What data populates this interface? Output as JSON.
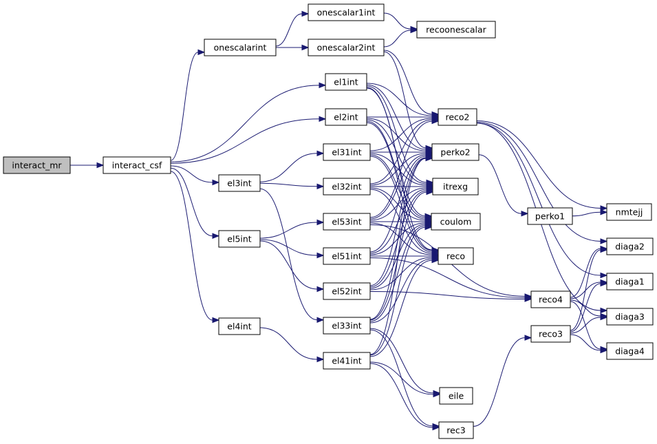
{
  "graph": {
    "nodes": [
      {
        "id": "interact_mr",
        "label": "interact_mr",
        "root": true
      },
      {
        "id": "interact_csf",
        "label": "interact_csf"
      },
      {
        "id": "onescalarint",
        "label": "onescalarint"
      },
      {
        "id": "onescalar1int",
        "label": "onescalar1int"
      },
      {
        "id": "onescalar2int",
        "label": "onescalar2int"
      },
      {
        "id": "recoonescalar",
        "label": "recoonescalar"
      },
      {
        "id": "el1int",
        "label": "el1int"
      },
      {
        "id": "el2int",
        "label": "el2int"
      },
      {
        "id": "el3int",
        "label": "el3int"
      },
      {
        "id": "el5int",
        "label": "el5int"
      },
      {
        "id": "el4int",
        "label": "el4int"
      },
      {
        "id": "el31int",
        "label": "el31int"
      },
      {
        "id": "el32int",
        "label": "el32int"
      },
      {
        "id": "el53int",
        "label": "el53int"
      },
      {
        "id": "el51int",
        "label": "el51int"
      },
      {
        "id": "el52int",
        "label": "el52int"
      },
      {
        "id": "el33int",
        "label": "el33int"
      },
      {
        "id": "el41int",
        "label": "el41int"
      },
      {
        "id": "reco2",
        "label": "reco2"
      },
      {
        "id": "perko2",
        "label": "perko2"
      },
      {
        "id": "itrexg",
        "label": "itrexg"
      },
      {
        "id": "coulom",
        "label": "coulom"
      },
      {
        "id": "reco",
        "label": "reco"
      },
      {
        "id": "eile",
        "label": "eile"
      },
      {
        "id": "rec3",
        "label": "rec3"
      },
      {
        "id": "perko1",
        "label": "perko1"
      },
      {
        "id": "reco4",
        "label": "reco4"
      },
      {
        "id": "reco3",
        "label": "reco3"
      },
      {
        "id": "nmtejj",
        "label": "nmtejj"
      },
      {
        "id": "diaga2",
        "label": "diaga2"
      },
      {
        "id": "diaga1",
        "label": "diaga1"
      },
      {
        "id": "diaga3",
        "label": "diaga3"
      },
      {
        "id": "diaga4",
        "label": "diaga4"
      }
    ],
    "edges": [
      [
        "interact_mr",
        "interact_csf"
      ],
      [
        "interact_csf",
        "onescalarint"
      ],
      [
        "interact_csf",
        "el1int"
      ],
      [
        "interact_csf",
        "el2int"
      ],
      [
        "interact_csf",
        "el3int"
      ],
      [
        "interact_csf",
        "el5int"
      ],
      [
        "interact_csf",
        "el4int"
      ],
      [
        "onescalarint",
        "onescalar1int"
      ],
      [
        "onescalarint",
        "onescalar2int"
      ],
      [
        "onescalar1int",
        "recoonescalar"
      ],
      [
        "onescalar2int",
        "recoonescalar"
      ],
      [
        "onescalar2int",
        "reco2"
      ],
      [
        "onescalar2int",
        "perko2"
      ],
      [
        "el1int",
        "reco2"
      ],
      [
        "el1int",
        "perko2"
      ],
      [
        "el1int",
        "itrexg"
      ],
      [
        "el1int",
        "coulom"
      ],
      [
        "el1int",
        "reco"
      ],
      [
        "el2int",
        "reco2"
      ],
      [
        "el2int",
        "perko2"
      ],
      [
        "el2int",
        "itrexg"
      ],
      [
        "el2int",
        "coulom"
      ],
      [
        "el2int",
        "reco"
      ],
      [
        "el3int",
        "el31int"
      ],
      [
        "el3int",
        "el32int"
      ],
      [
        "el3int",
        "el33int"
      ],
      [
        "el5int",
        "el53int"
      ],
      [
        "el5int",
        "el51int"
      ],
      [
        "el5int",
        "el52int"
      ],
      [
        "el4int",
        "el41int"
      ],
      [
        "el31int",
        "perko2"
      ],
      [
        "el31int",
        "reco2"
      ],
      [
        "el31int",
        "itrexg"
      ],
      [
        "el31int",
        "coulom"
      ],
      [
        "el31int",
        "reco"
      ],
      [
        "el32int",
        "itrexg"
      ],
      [
        "el32int",
        "reco2"
      ],
      [
        "el32int",
        "perko2"
      ],
      [
        "el32int",
        "coulom"
      ],
      [
        "el32int",
        "reco"
      ],
      [
        "el53int",
        "coulom"
      ],
      [
        "el53int",
        "reco2"
      ],
      [
        "el53int",
        "perko2"
      ],
      [
        "el53int",
        "itrexg"
      ],
      [
        "el53int",
        "reco"
      ],
      [
        "el53int",
        "reco4"
      ],
      [
        "el51int",
        "reco"
      ],
      [
        "el51int",
        "perko2"
      ],
      [
        "el51int",
        "itrexg"
      ],
      [
        "el51int",
        "coulom"
      ],
      [
        "el51int",
        "reco4"
      ],
      [
        "el52int",
        "reco"
      ],
      [
        "el52int",
        "perko2"
      ],
      [
        "el52int",
        "itrexg"
      ],
      [
        "el52int",
        "coulom"
      ],
      [
        "el52int",
        "reco4"
      ],
      [
        "el33int",
        "reco"
      ],
      [
        "el33int",
        "perko2"
      ],
      [
        "el33int",
        "coulom"
      ],
      [
        "el33int",
        "itrexg"
      ],
      [
        "el33int",
        "eile"
      ],
      [
        "el33int",
        "rec3"
      ],
      [
        "el41int",
        "reco"
      ],
      [
        "el41int",
        "perko2"
      ],
      [
        "el41int",
        "coulom"
      ],
      [
        "el41int",
        "eile"
      ],
      [
        "el41int",
        "rec3"
      ],
      [
        "reco2",
        "nmtejj"
      ],
      [
        "reco2",
        "diaga1"
      ],
      [
        "reco2",
        "diaga2"
      ],
      [
        "reco2",
        "diaga3"
      ],
      [
        "perko2",
        "perko1"
      ],
      [
        "perko1",
        "nmtejj"
      ],
      [
        "reco4",
        "diaga2"
      ],
      [
        "reco4",
        "diaga1"
      ],
      [
        "reco4",
        "diaga3"
      ],
      [
        "reco4",
        "diaga4"
      ],
      [
        "reco3",
        "diaga2"
      ],
      [
        "reco3",
        "diaga1"
      ],
      [
        "reco3",
        "diaga3"
      ],
      [
        "reco3",
        "diaga4"
      ],
      [
        "rec3",
        "reco3"
      ]
    ]
  }
}
